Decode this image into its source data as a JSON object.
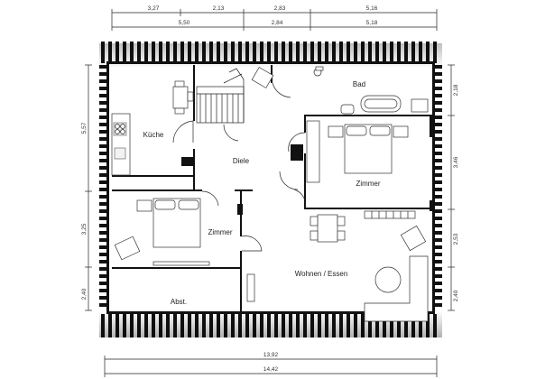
{
  "top_dims_row1": [
    "3,27",
    "2,13",
    "2,83",
    "5,16"
  ],
  "top_dims_row2": [
    "5,50",
    "2,84",
    "5,18"
  ],
  "left_dims": [
    "5,57",
    "3,25",
    "2,40"
  ],
  "right_dims": [
    "2,18",
    "3,46",
    "2,53",
    "2,40"
  ],
  "bottom_dims": [
    "13,92",
    "14,42"
  ],
  "rooms": {
    "kueche": "Küche",
    "bad": "Bad",
    "diele": "Diele",
    "zimmer1": "Zimmer",
    "zimmer2": "Zimmer",
    "wohnen": "Wohnen / Essen",
    "abst": "Abst."
  }
}
